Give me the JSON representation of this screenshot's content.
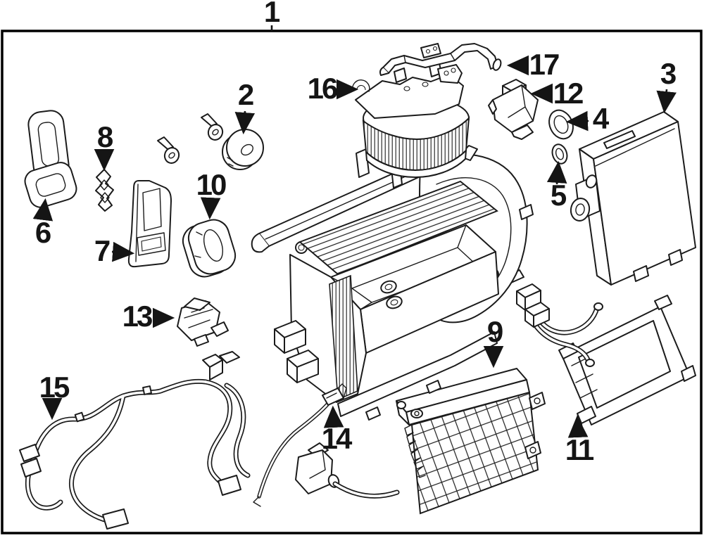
{
  "figure": {
    "background_color": "#ffffff",
    "line_color": "#1b1b1b",
    "border_color": "#000000",
    "type": "exploded-parts-diagram"
  },
  "callouts": [
    {
      "num": "1"
    },
    {
      "num": "2"
    },
    {
      "num": "3"
    },
    {
      "num": "4"
    },
    {
      "num": "5"
    },
    {
      "num": "6"
    },
    {
      "num": "7"
    },
    {
      "num": "8"
    },
    {
      "num": "9"
    },
    {
      "num": "10"
    },
    {
      "num": "11"
    },
    {
      "num": "12"
    },
    {
      "num": "13"
    },
    {
      "num": "14"
    },
    {
      "num": "15"
    },
    {
      "num": "16"
    },
    {
      "num": "17"
    }
  ]
}
